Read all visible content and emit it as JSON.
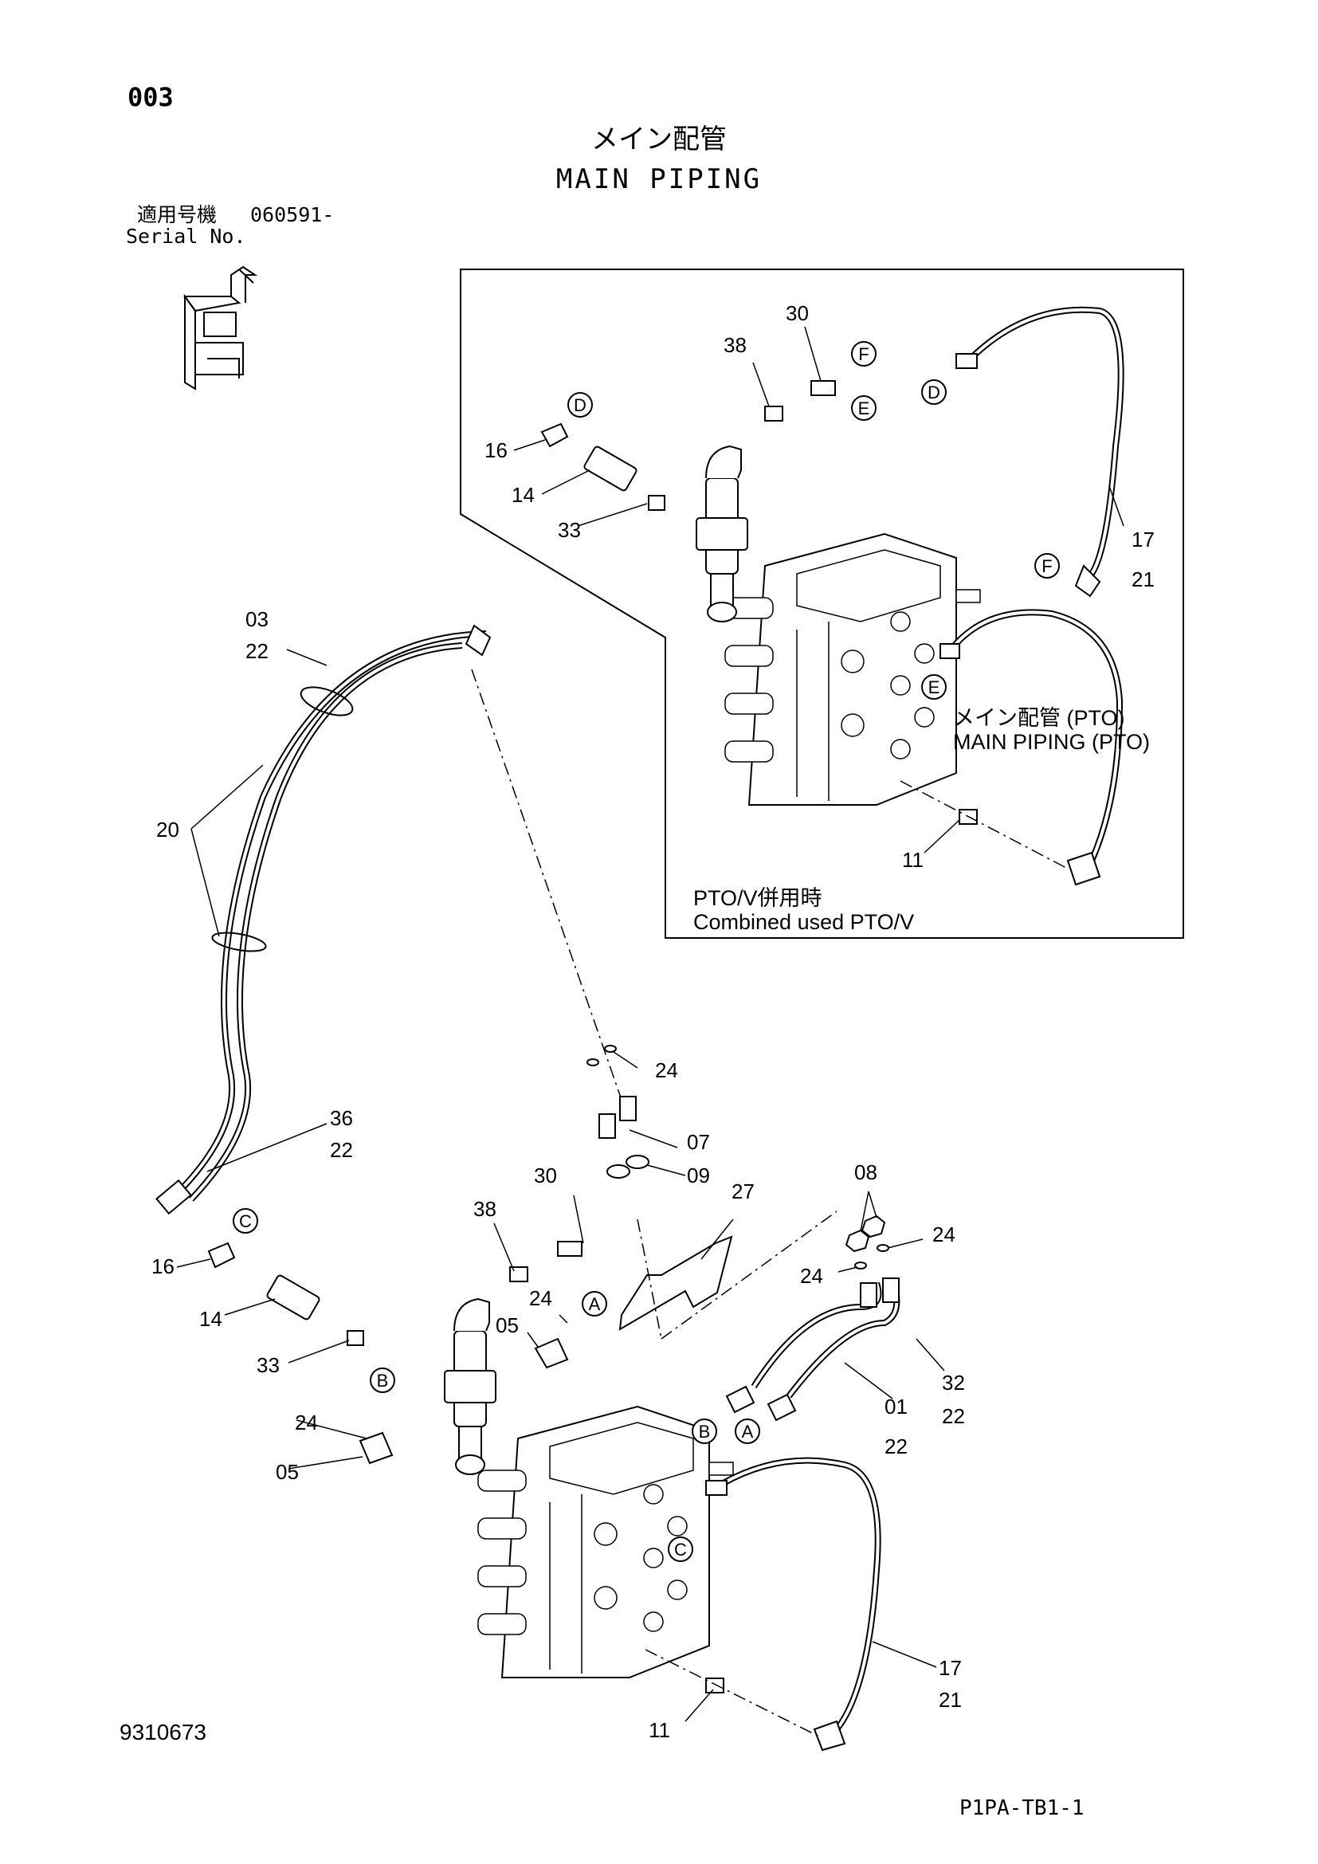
{
  "header": {
    "page_number": "003",
    "title_jp": "メイン配管",
    "title_en": "MAIN PIPING",
    "serial_label_jp": "適用号機",
    "serial_value": "060591-",
    "serial_label_en": "Serial No."
  },
  "inset": {
    "note_jp": "PTO/V併用時",
    "note_en": "Combined used PTO/V",
    "ref_title_jp": "メイン配管 (PTO)",
    "ref_title_en": "MAIN PIPING (PTO)",
    "part_labels": [
      "30",
      "38",
      "16",
      "14",
      "33",
      "17",
      "21",
      "11"
    ],
    "connection_markers": [
      "D",
      "F",
      "E",
      "D",
      "F",
      "E"
    ]
  },
  "main_diagram": {
    "part_labels": [
      "03",
      "22",
      "20",
      "36",
      "22",
      "24",
      "07",
      "09",
      "27",
      "08",
      "24",
      "24",
      "30",
      "38",
      "16",
      "14",
      "33",
      "24",
      "05",
      "24",
      "05",
      "01",
      "22",
      "32",
      "22",
      "17",
      "21",
      "11"
    ],
    "connection_markers": [
      "C",
      "A",
      "B",
      "B",
      "A",
      "C"
    ]
  },
  "footer": {
    "document_number": "9310673",
    "page_code": "P1PA-TB1-1"
  }
}
